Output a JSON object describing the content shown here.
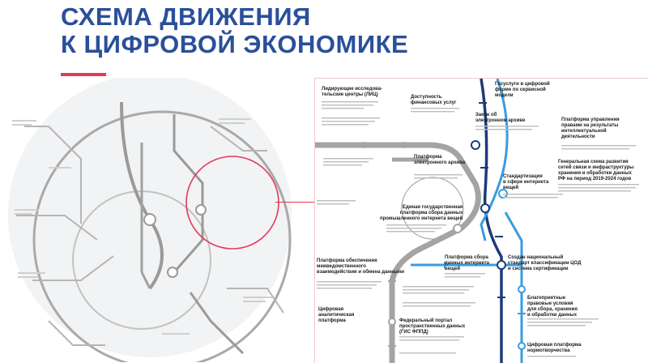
{
  "header": {
    "title_line1": "СХЕМА ДВИЖЕНИЯ",
    "title_line2": "К ЦИФРОВОЙ ЭКОНОМИКЕ",
    "title_color": "#2a4f9a",
    "accent_color": "#e43a55"
  },
  "detail": {
    "stations": {
      "research_centers": "Лидирующие исследова-\nтельские центры (ЛИЦ)",
      "financial_services": "Доступность\nфинансовых услуг",
      "state_services": "Госуслуги в цифровой\nформе по сервисной\nмодели",
      "e_archive_law": "Закон об\nэлектронном архиве",
      "rights_platform": "Платформа управления\nправами на результаты\nинтеллектуальной\nдеятельности",
      "general_scheme": "Генеральная схема развития\nсетей связи и инфраструктуры\nхранения и обработки данных\nРФ на период 2019-2024 годов",
      "e_archive_platform": "Платформа\nэлектронного архива",
      "iot_standard": "Стандартизация\nв сфере интернета\nвещей",
      "iiot_platform": "Единая государственная\nплатформа сбора данных\nпромышленного интернета вещей",
      "iot_data_platform": "Платформа сбора\nданных интернета\nвещей",
      "national_standard": "Создан национальный\nстандарт классификации ЦОД\nи система сертификации",
      "interagency_platform": "Платформа обеспечения\nмежведомственного\nвзаимодействия и обмена данными",
      "favorable_conditions": "Благоприятные\nправовые условия\nдля сбора, хранения\nи обработки данных",
      "analytics_platform": "Цифровая\nаналитическая\nплатформа",
      "spatial_portal": "Федеральный портал\nпространственных данных\n(ГИС ФППД)",
      "rulemaking_platform": "Цифровая платформа\nнормотворчества"
    }
  }
}
